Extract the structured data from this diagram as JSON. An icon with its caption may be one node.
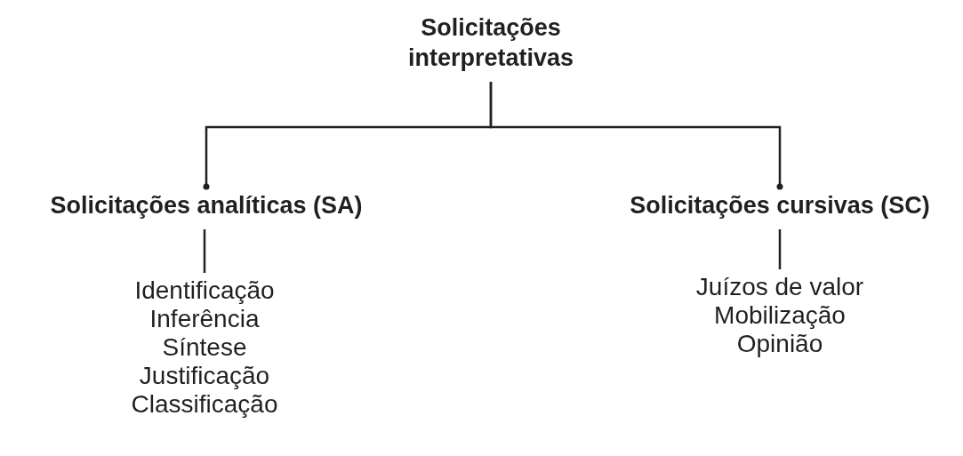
{
  "diagram": {
    "nodes": [
      {
        "text": [
          "Solicitações interpretativas"
        ]
      },
      {
        "text": [
          "Solicitações analíticas (SA)"
        ]
      },
      {
        "text": [
          "Solicitações cursivas (SC)"
        ]
      },
      {
        "text": [
          "Identificação",
          "Inferência",
          "Síntese",
          "Justificação",
          "Classificação"
        ]
      },
      {
        "text": [
          "Juízos de valor",
          "Mobilização",
          "Opinião"
        ]
      }
    ],
    "edges": [
      {
        "from": 0,
        "to": 1,
        "arrow": "other"
      },
      {
        "from": 0,
        "to": 2,
        "arrow": "other"
      },
      {
        "from": 1,
        "to": 3,
        "arrow": "none"
      },
      {
        "from": 2,
        "to": 4,
        "arrow": "none"
      }
    ]
  }
}
